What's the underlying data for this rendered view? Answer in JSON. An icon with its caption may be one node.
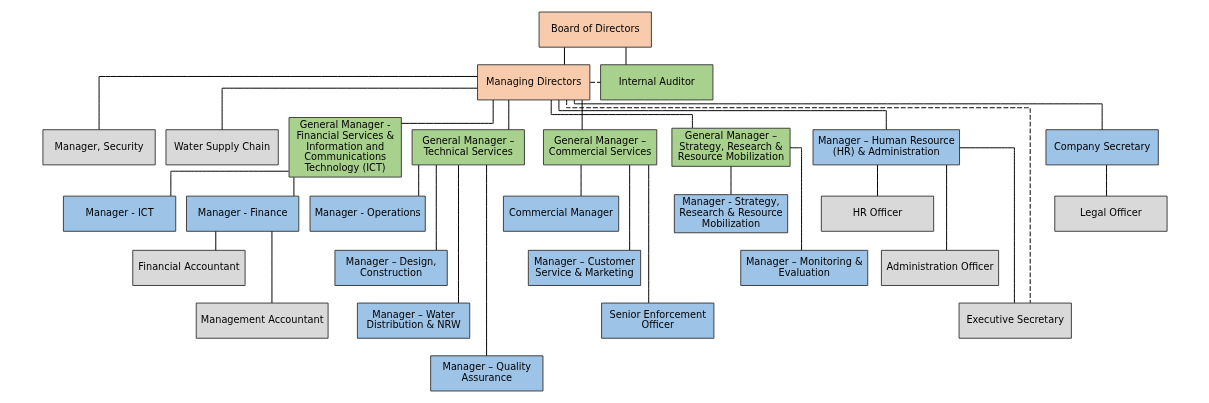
{
  "diagram": {
    "nodes": [
      {
        "text": [
          "Board of Directors"
        ]
      },
      {
        "text": [
          "Managing Directors"
        ]
      },
      {
        "text": [
          "Internal Auditor"
        ]
      },
      {
        "text": [
          "Manager, Security"
        ]
      },
      {
        "text": [
          "Water Supply Chain"
        ]
      },
      {
        "text": [
          "General Manager - Financial Services & Information and Communications Technology (ICT)"
        ]
      },
      {
        "text": [
          "Manager - ICT"
        ]
      },
      {
        "text": [
          "Manager - Finance"
        ]
      },
      {
        "text": [
          "Financial Accountant"
        ]
      },
      {
        "text": [
          "Management Accountant"
        ]
      },
      {
        "text": [
          "General Manager – Technical Services"
        ]
      },
      {
        "text": [
          "Manager - Operations"
        ]
      },
      {
        "text": [
          "Manager – Design, Construction"
        ]
      },
      {
        "text": [
          "Manager – Water Distribution & NRW"
        ]
      },
      {
        "text": [
          "Manager – Quality Assurance"
        ]
      },
      {
        "text": [
          "General Manager – Commercial Services"
        ]
      },
      {
        "text": [
          "Commercial Manager"
        ]
      },
      {
        "text": [
          "Manager – Customer Service & Marketing"
        ]
      },
      {
        "text": [
          "Senior Enforcement Officer"
        ]
      },
      {
        "text": [
          "General Manager – Strategy, Research & Resource Mobilization"
        ]
      },
      {
        "text": [
          "Manager - Strategy, Research & Resource Mobilization"
        ]
      },
      {
        "text": [
          "Manager – Monitoring & Evaluation"
        ]
      },
      {
        "text": [
          "Manager – Human Resource (HR) & Administration"
        ]
      },
      {
        "text": [
          "HR Officer"
        ]
      },
      {
        "text": [
          "Administration Officer"
        ]
      },
      {
        "text": [
          "Executive Secretary"
        ]
      },
      {
        "text": [
          "Company Secretary"
        ]
      },
      {
        "text": [
          "Legal Officer"
        ]
      }
    ],
    "edges": [
      {
        "from": 0,
        "to": 1,
        "arrow": "none"
      },
      {
        "from": 0,
        "to": 2,
        "arrow": "none"
      },
      {
        "from": 1,
        "to": 2,
        "arrow": "none",
        "style": "dashed"
      },
      {
        "from": 1,
        "to": 3,
        "arrow": "none"
      },
      {
        "from": 1,
        "to": 4,
        "arrow": "none"
      },
      {
        "from": 1,
        "to": 5,
        "arrow": "none"
      },
      {
        "from": 1,
        "to": 10,
        "arrow": "none"
      },
      {
        "from": 1,
        "to": 15,
        "arrow": "none"
      },
      {
        "from": 1,
        "to": 19,
        "arrow": "none"
      },
      {
        "from": 1,
        "to": 22,
        "arrow": "none"
      },
      {
        "from": 1,
        "to": 26,
        "arrow": "none"
      },
      {
        "from": 1,
        "to": 25,
        "arrow": "none",
        "style": "dashed"
      },
      {
        "from": 5,
        "to": 6,
        "arrow": "none"
      },
      {
        "from": 5,
        "to": 7,
        "arrow": "none"
      },
      {
        "from": 7,
        "to": 8,
        "arrow": "none"
      },
      {
        "from": 7,
        "to": 9,
        "arrow": "none"
      },
      {
        "from": 10,
        "to": 11,
        "arrow": "none"
      },
      {
        "from": 10,
        "to": 12,
        "arrow": "none"
      },
      {
        "from": 10,
        "to": 13,
        "arrow": "none"
      },
      {
        "from": 10,
        "to": 14,
        "arrow": "none"
      },
      {
        "from": 15,
        "to": 16,
        "arrow": "none"
      },
      {
        "from": 15,
        "to": 17,
        "arrow": "none"
      },
      {
        "from": 15,
        "to": 18,
        "arrow": "none"
      },
      {
        "from": 19,
        "to": 20,
        "arrow": "none"
      },
      {
        "from": 19,
        "to": 21,
        "arrow": "none"
      },
      {
        "from": 22,
        "to": 23,
        "arrow": "none"
      },
      {
        "from": 22,
        "to": 24,
        "arrow": "none"
      },
      {
        "from": 22,
        "to": 25,
        "arrow": "none"
      },
      {
        "from": 26,
        "to": 27,
        "arrow": "none"
      }
    ]
  }
}
